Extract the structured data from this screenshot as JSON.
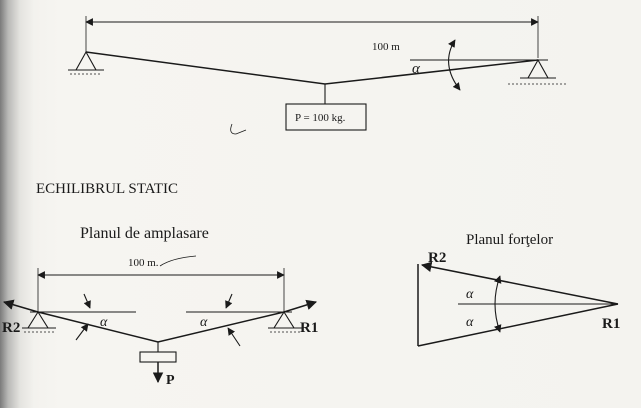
{
  "top": {
    "span_label": "100 m",
    "alpha": "α",
    "load_label": "P = 100 kg."
  },
  "section_title": "ECHILIBRUL STATIC",
  "layout": {
    "title": "Planul de amplasare",
    "span_label": "100 m.",
    "alpha_left": "α",
    "alpha_right": "α",
    "reaction_left": "R2",
    "reaction_right": "R1",
    "load": "P"
  },
  "forces": {
    "title": "Planul forţelor",
    "alpha_top": "α",
    "alpha_bottom": "α",
    "r2": "R2",
    "r1": "R1"
  }
}
